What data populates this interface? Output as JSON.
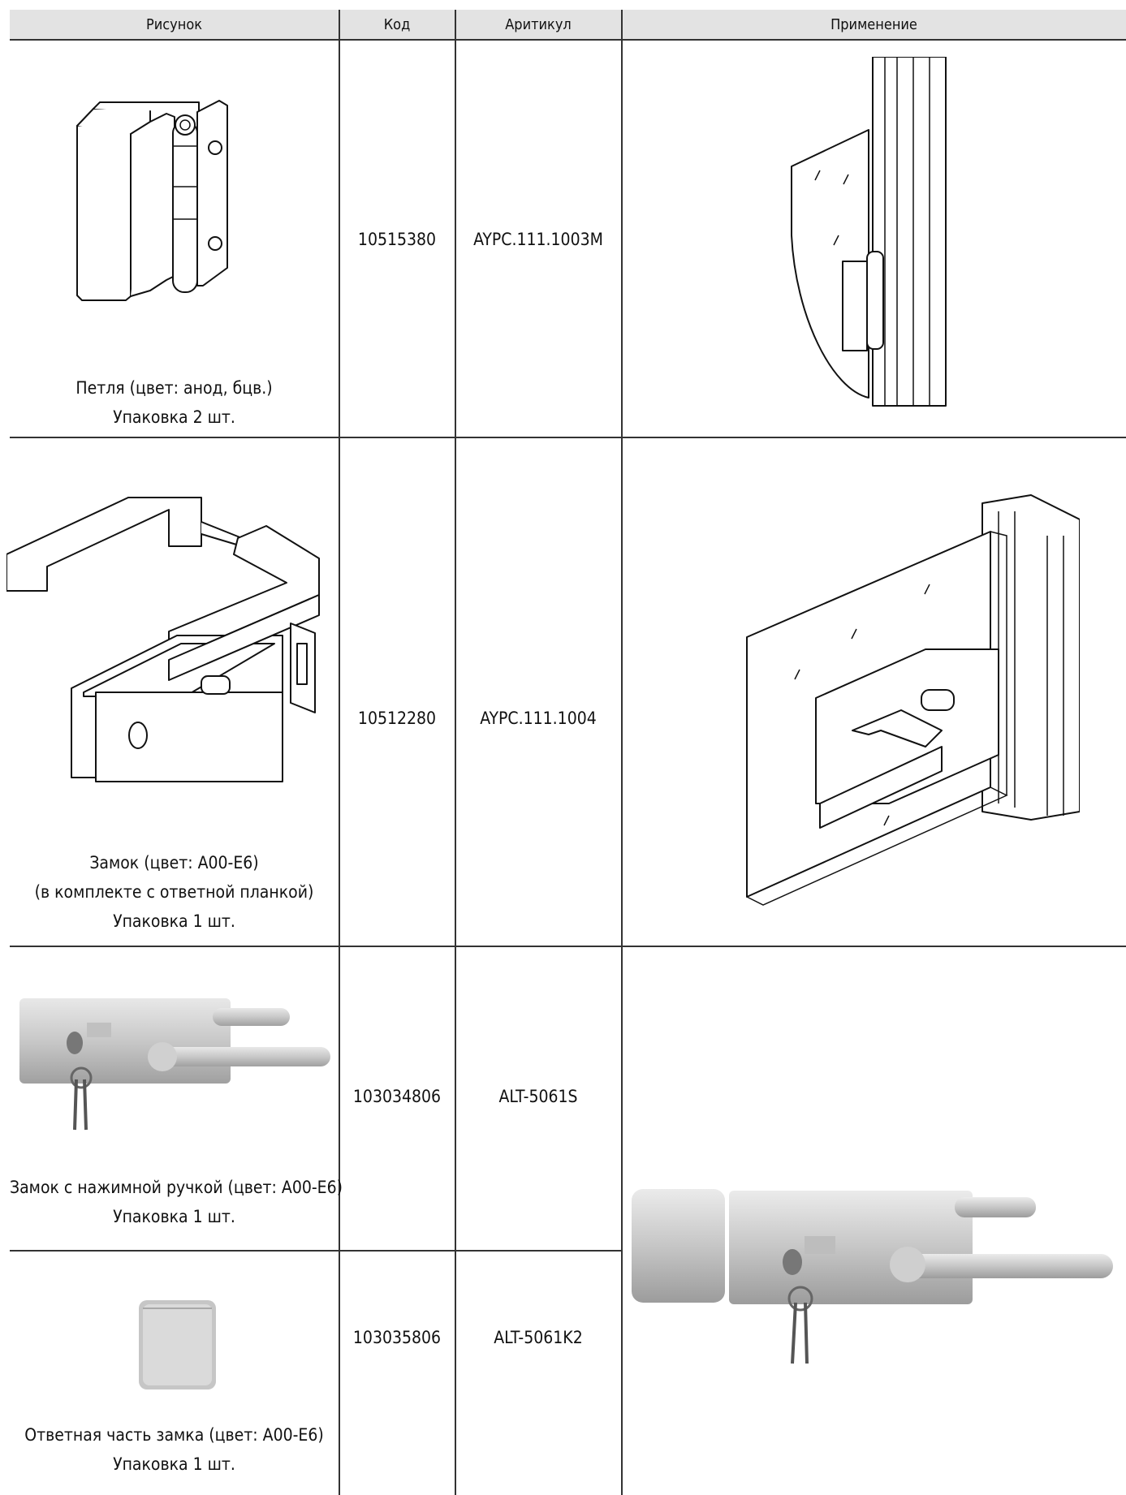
{
  "header": {
    "col_picture": "Рисунок",
    "col_code": "Код",
    "col_article": "Аритикул",
    "col_usage": "Применение"
  },
  "rows": [
    {
      "code": "10515380",
      "article": "AYPC.111.1003M",
      "caption": [
        "Петля (цвет: анод, бцв.)",
        "Упаковка 2 шт."
      ]
    },
    {
      "code": "10512280",
      "article": "AYPC.111.1004",
      "caption": [
        "Замок (цвет: А00-Е6)",
        "(в комплекте с ответной планкой)",
        "Упаковка 1 шт."
      ]
    },
    {
      "code": "103034806",
      "article": "ALT-5061S",
      "caption": [
        "Замок с нажимной ручкой (цвет: А00-Е6)",
        "Упаковка 1 шт."
      ]
    },
    {
      "code": "103035806",
      "article": "ALT-5061K2",
      "caption": [
        "Ответная часть замка (цвет: А00-Е6)",
        "Упаковка 1 шт."
      ]
    }
  ],
  "colors": {
    "header_bg": "#e3e3e3",
    "grid": "#333333"
  }
}
